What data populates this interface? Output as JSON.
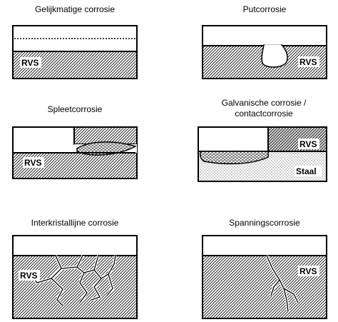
{
  "panels": [
    {
      "id": "gelijkmatige",
      "title": "Gelijkmatige corrosie",
      "labels": [
        "RVS"
      ]
    },
    {
      "id": "put",
      "title": "Putcorrosie",
      "labels": [
        "RVS"
      ]
    },
    {
      "id": "spleet",
      "title": "Spleetcorrosie",
      "labels": [
        "RVS"
      ]
    },
    {
      "id": "galvanisch",
      "title_line1": "Galvanische corrosie /",
      "title_line2": "contactcorrosie",
      "labels": [
        "RVS",
        "Staal"
      ]
    },
    {
      "id": "interkristallijn",
      "title": "Interkristallijne corrosie",
      "labels": [
        "RVS"
      ]
    },
    {
      "id": "spanning",
      "title": "Spanningscorrosie",
      "labels": [
        "RVS"
      ]
    }
  ]
}
